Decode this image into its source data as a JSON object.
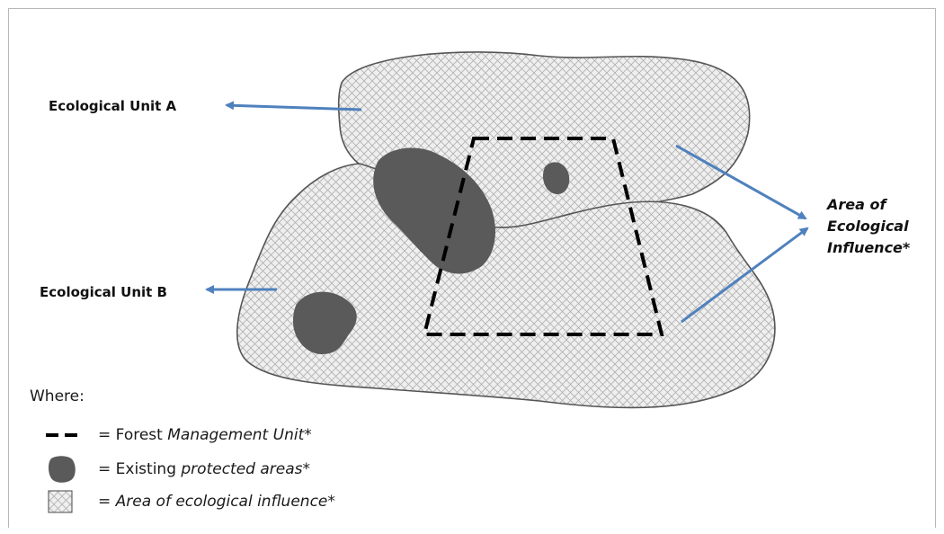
{
  "diagram": {
    "labels": {
      "unit_a": "Ecological Unit A",
      "unit_b": "Ecological Unit B",
      "influence_line1": "Area of",
      "influence_line2": "Ecological",
      "influence_line3": "Influence*"
    },
    "colors": {
      "region_fill": "#efefef",
      "hatch": "#b0b0b0",
      "outline": "#555555",
      "protected": "#5a5a5a",
      "arrow": "#4f81bd",
      "fmu_dash": "#000000"
    }
  },
  "legend": {
    "title": "Where:",
    "items": [
      {
        "swatch": "dashed-line",
        "prefix": "= Forest ",
        "emphasis": "Management Unit*",
        "suffix": ""
      },
      {
        "swatch": "dark-blob",
        "prefix": "= Existing ",
        "emphasis": "protected areas*",
        "suffix": ""
      },
      {
        "swatch": "hatched-square",
        "prefix": "= ",
        "emphasis": "Area of ecological influence*",
        "suffix": ""
      }
    ]
  }
}
